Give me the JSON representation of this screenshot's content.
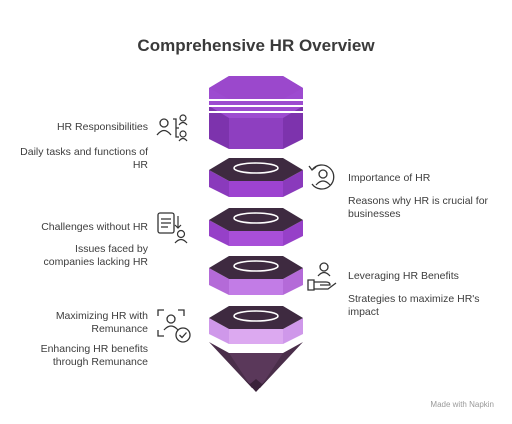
{
  "title": "Comprehensive HR Overview",
  "items": [
    {
      "heading": "HR Responsibilities",
      "desc": "Daily tasks and functions of HR",
      "icon": "people-hierarchy-icon"
    },
    {
      "heading": "Importance of HR",
      "desc": "Reasons why HR is crucial for businesses",
      "icon": "person-refresh-icon"
    },
    {
      "heading": "Challenges without HR",
      "desc": "Issues faced by companies lacking HR",
      "icon": "checklist-person-icon"
    },
    {
      "heading": "Leveraging HR Benefits",
      "desc": "Strategies to maximize HR's impact",
      "icon": "hand-person-icon"
    },
    {
      "heading": "Maximizing HR with Remunance",
      "desc": "Enhancing HR benefits through Remunance",
      "icon": "focus-person-check-icon"
    }
  ],
  "footer": "Made with Napkin",
  "colors": {
    "layer1": "#8e3fc0",
    "layer2": "#9d43d0",
    "layer3": "#a84fd8",
    "layer4": "#c27ce6",
    "layer5": "#dca9f0",
    "cone": "#4a2e4a"
  }
}
